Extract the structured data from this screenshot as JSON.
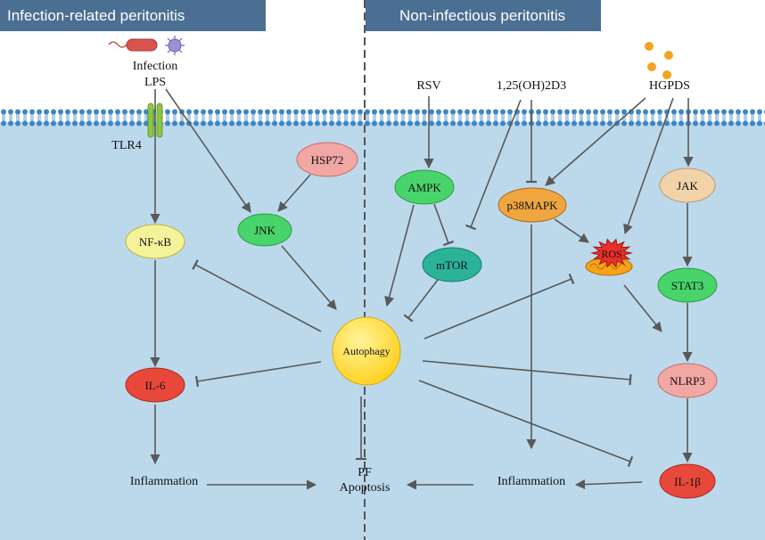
{
  "headers": {
    "left": "Infection-related peritonitis",
    "right": "Non-infectious peritonitis"
  },
  "stimuli": {
    "infection": "Infection",
    "lps": "LPS",
    "rsv": "RSV",
    "vitd": "1,25(OH)2D3",
    "hgpds": "HGPDS"
  },
  "receptor": "TLR4",
  "nodes": {
    "nfkb": "NF-κB",
    "jnk": "JNK",
    "hsp72": "HSP72",
    "il6": "IL-6",
    "ampk": "AMPK",
    "mtor": "mTOR",
    "autophagy": "Autophagy",
    "p38mapk": "p38MAPK",
    "ros": "ROS",
    "jak": "JAK",
    "stat3": "STAT3",
    "nlrp3": "NLRP3",
    "il1b": "IL-1β"
  },
  "outcomes": {
    "inflammation_left": "Inflammation",
    "inflammation_right": "Inflammation",
    "pf": "PF",
    "apoptosis": "Apoptosis"
  },
  "colors": {
    "header_bg": "#4b6f93",
    "cell_bg": "#bcd9ec",
    "membrane": "#3d86c4",
    "edge": "#595959",
    "tlr4": "#8cc63f",
    "node_yellow": "#f4f39a",
    "node_green": "#48d46a",
    "node_pink": "#f1a7a4",
    "node_red": "#e8483a",
    "node_teal": "#2bb39a",
    "node_orange": "#f0a640",
    "node_tan": "#f2d3a9",
    "node_autophagy": "#ffd93a",
    "ros_star": "#e8302a",
    "mito": "#f7a21a"
  }
}
